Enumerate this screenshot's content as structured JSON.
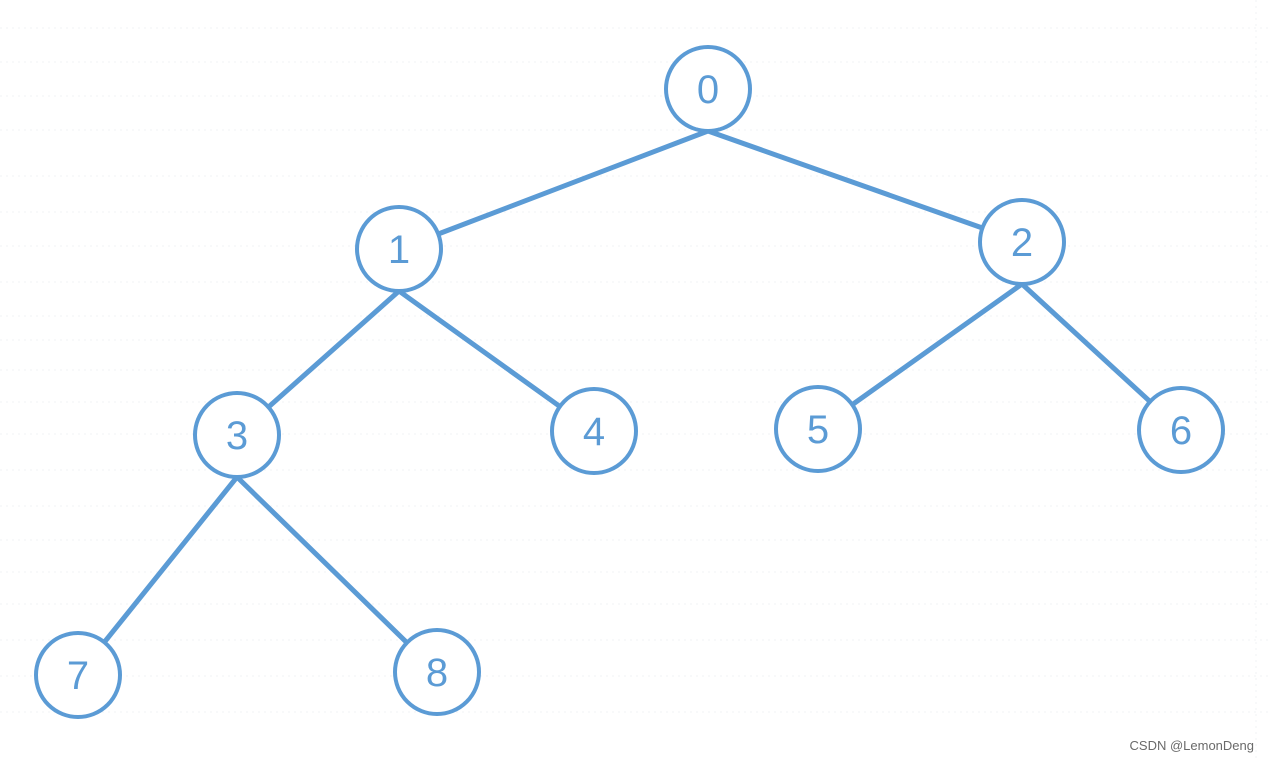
{
  "diagram": {
    "type": "binary-tree",
    "colors": {
      "stroke": "#5b9bd5",
      "fill": "#ffffff",
      "label": "#5b9bd5"
    },
    "nodes": [
      {
        "id": "0",
        "label": "0"
      },
      {
        "id": "1",
        "label": "1"
      },
      {
        "id": "2",
        "label": "2"
      },
      {
        "id": "3",
        "label": "3"
      },
      {
        "id": "4",
        "label": "4"
      },
      {
        "id": "5",
        "label": "5"
      },
      {
        "id": "6",
        "label": "6"
      },
      {
        "id": "7",
        "label": "7"
      },
      {
        "id": "8",
        "label": "8"
      }
    ],
    "edges": [
      {
        "from": "0",
        "to": "1"
      },
      {
        "from": "0",
        "to": "2"
      },
      {
        "from": "1",
        "to": "3"
      },
      {
        "from": "1",
        "to": "4"
      },
      {
        "from": "2",
        "to": "5"
      },
      {
        "from": "2",
        "to": "6"
      },
      {
        "from": "3",
        "to": "7"
      },
      {
        "from": "3",
        "to": "8"
      }
    ]
  },
  "watermark": "CSDN @LemonDeng"
}
